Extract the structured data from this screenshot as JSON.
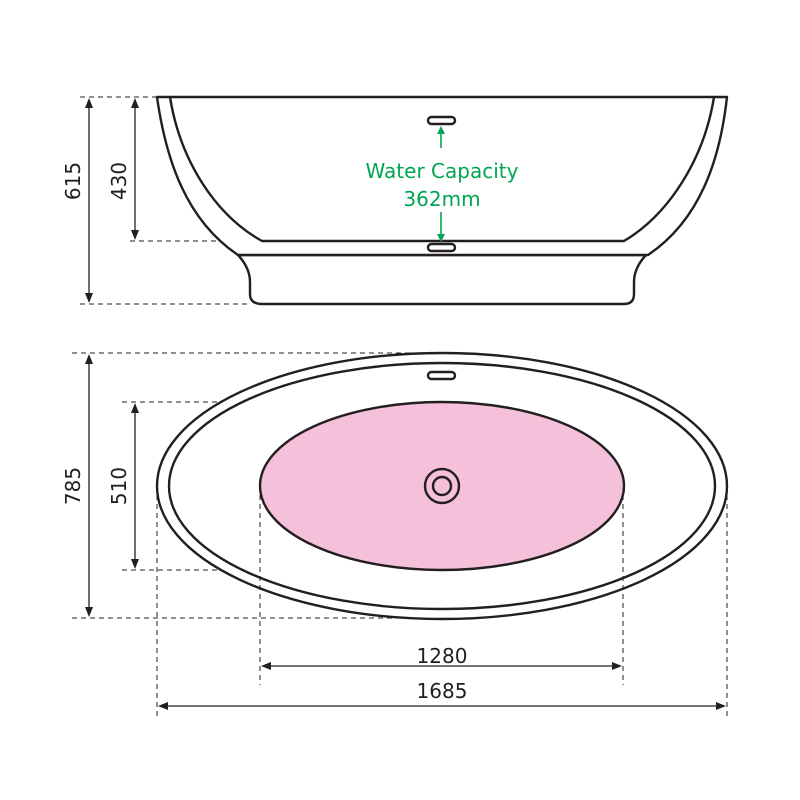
{
  "side_view": {
    "total_height": "615",
    "internal_depth": "430",
    "capacity_title": "Water Capacity",
    "capacity_value": "362mm"
  },
  "top_view": {
    "outer_width": "785",
    "inner_width": "510",
    "inner_length": "1280",
    "outer_length": "1685"
  },
  "colors": {
    "water_area": "#f5c0d9",
    "capacity_label": "#00a651",
    "outline": "#231f20"
  }
}
